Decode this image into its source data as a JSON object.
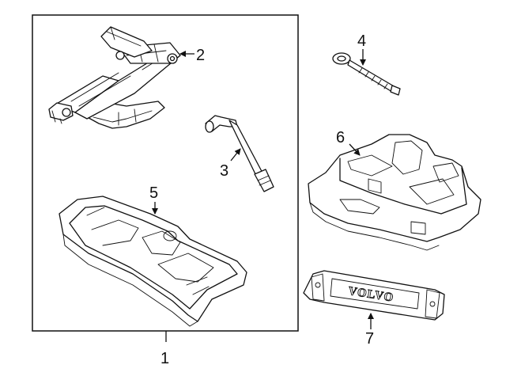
{
  "callouts": {
    "c1": "1",
    "c2": "2",
    "c3": "3",
    "c4": "4",
    "c5": "5",
    "c6": "6",
    "c7": "7"
  },
  "brand_text": "VOLVO",
  "colors": {
    "line": "#111111",
    "background": "#ffffff"
  }
}
